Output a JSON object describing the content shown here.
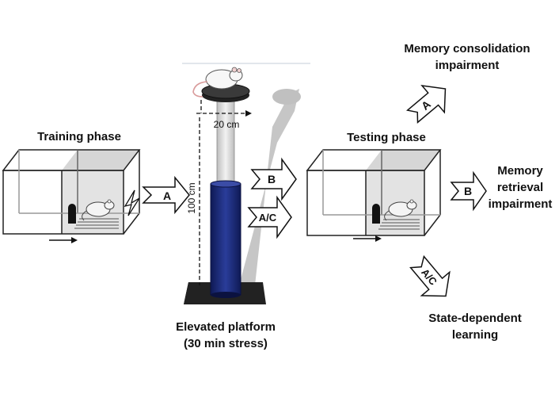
{
  "labels": {
    "training_phase": "Training phase",
    "testing_phase": "Testing phase",
    "elevated_platform": "Elevated platform",
    "stress_duration": "(30 min stress)",
    "memory_consolidation_line1": "Memory consolidation",
    "memory_consolidation_line2": "impairment",
    "memory_retrieval_line1": "Memory",
    "memory_retrieval_line2": "retrieval",
    "memory_retrieval_line3": "impairment",
    "state_dependent_line1": "State-dependent",
    "state_dependent_line2": "learning"
  },
  "dimensions": {
    "platform_width": "20 cm",
    "platform_height": "100 cm"
  },
  "arrows": {
    "training_to_platform": "A",
    "platform_to_testing_top": "B",
    "platform_to_testing_bottom": "A/C",
    "to_consolidation": "A",
    "to_retrieval": "B",
    "to_state_dependent": "A/C"
  },
  "colors": {
    "pole_dark": "#1f2f80",
    "pole_light": "#d2d2d2",
    "shadow": "#bdbdbd",
    "box_dark_fill": "#e2e2e2"
  }
}
